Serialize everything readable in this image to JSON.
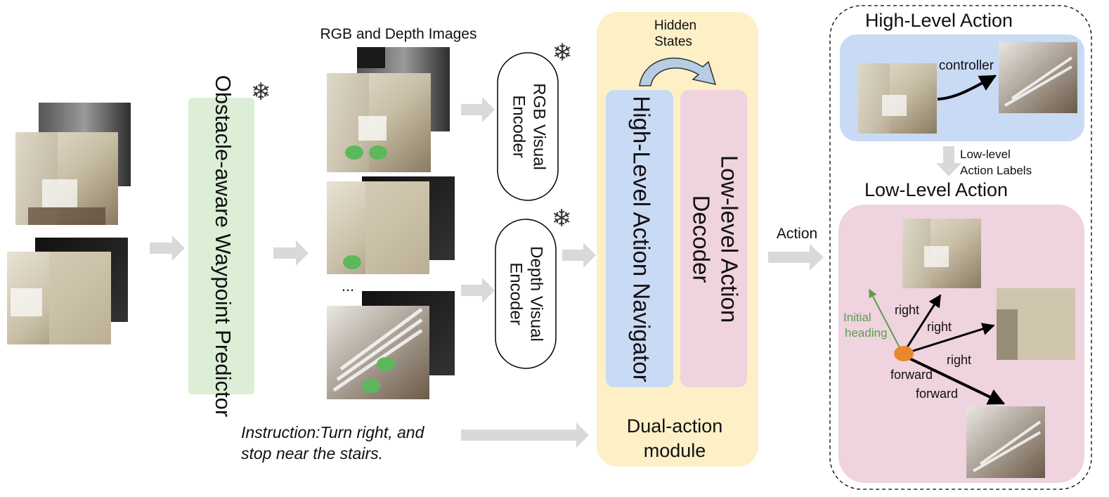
{
  "predictor": {
    "label": "Obstacle-aware Waypoint Predictor"
  },
  "images_title": "RGB and Depth Images",
  "ellipsis": "...",
  "encoders": {
    "rgb": {
      "line1": "RGB Visual",
      "line2": "Encoder"
    },
    "depth": {
      "line1": "Depth Visual",
      "line2": "Encoder"
    }
  },
  "instruction": {
    "line1": "Instruction:Turn right, and",
    "line2": "stop near the stairs."
  },
  "dual_module": {
    "hidden_states_line1": "Hidden",
    "hidden_states_line2": "States",
    "navigator": "High-Level Action Navigator",
    "decoder_line1": "Low-level Action",
    "decoder_line2": "Decoder",
    "title_line1": "Dual-action",
    "title_line2": "module"
  },
  "action_label": "Action",
  "high_level": {
    "title": "High-Level Action",
    "controller": "controller"
  },
  "low_level_labels": {
    "line1": "Low-level",
    "line2": "Action Labels"
  },
  "low_level": {
    "title": "Low-Level Action",
    "initial_line1": "Initial",
    "initial_line2": "heading",
    "right1": "right",
    "right2": "right",
    "right3": "right",
    "forward1": "forward",
    "forward2": "forward"
  },
  "colors": {
    "predictor_fill": "#dcefd6",
    "dual_fill": "#fdf0c7",
    "navigator_fill": "#c9daf5",
    "decoder_fill": "#efd3df",
    "high_panel_fill": "#c9daf5",
    "low_panel_fill": "#efd3df",
    "arrow_gray": "#d9d9d9",
    "waypoint_green": "#5cb85c",
    "agent_orange": "#e8892e",
    "heading_green": "#5a9f4b"
  }
}
